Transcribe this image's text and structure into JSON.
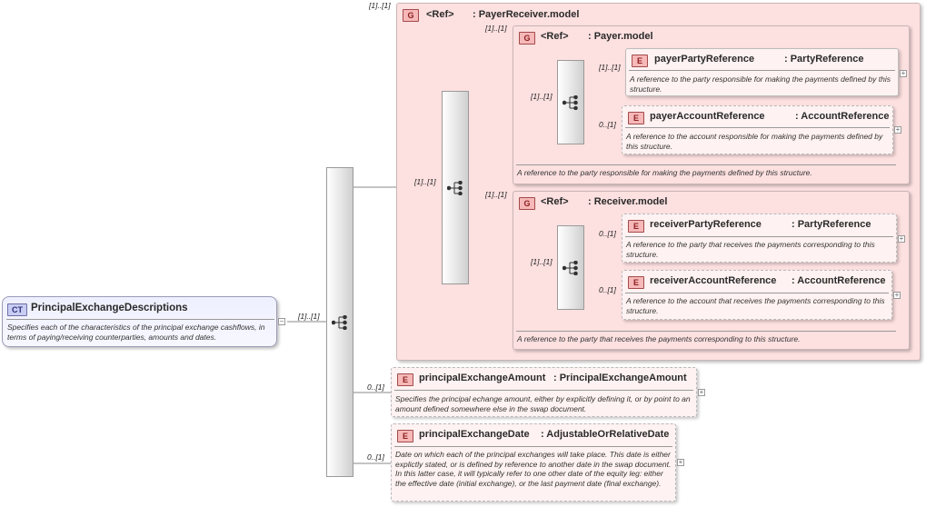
{
  "root": {
    "kind_badge": "CT",
    "name": "PrincipalExchangeDescriptions",
    "description": "Specifies each of the characteristics of the principal exchange cashflows, in terms of paying/receiving counterparties, amounts and dates.",
    "collapse_symbol": "−",
    "child_cardinality": "[1]..[1]"
  },
  "payer_receiver_group": {
    "kind_badge": "G",
    "ref_label": "<Ref>",
    "name": ": PayerReceiver.model",
    "cardinality": "[1]..[1]",
    "seq_cardinality": "[1]..[1]"
  },
  "payer_group": {
    "kind_badge": "G",
    "ref_label": "<Ref>",
    "name": ": Payer.model",
    "cardinality": "[1]..[1]",
    "seq_cardinality": "[1]..[1]",
    "description": "A reference to the party responsible for making the payments defined by this structure.",
    "elements": [
      {
        "kind_badge": "E",
        "name": "payerPartyReference",
        "type": ": PartyReference",
        "cardinality": "[1]..[1]",
        "description": "A reference to the party responsible for making the payments defined by this structure.",
        "expand_symbol": "+"
      },
      {
        "kind_badge": "E",
        "name": "payerAccountReference",
        "type": ": AccountReference",
        "cardinality": "0..[1]",
        "description": "A reference to the account responsible for making the payments defined by this structure.",
        "expand_symbol": "+"
      }
    ]
  },
  "receiver_group": {
    "kind_badge": "G",
    "ref_label": "<Ref>",
    "name": ": Receiver.model",
    "cardinality": "[1]..[1]",
    "seq_cardinality": "[1]..[1]",
    "description": "A reference to the party that receives the payments corresponding to this structure.",
    "elements": [
      {
        "kind_badge": "E",
        "name": "receiverPartyReference",
        "type": ": PartyReference",
        "cardinality": "0..[1]",
        "description": "A reference to the party that receives the payments corresponding to this structure.",
        "expand_symbol": "+"
      },
      {
        "kind_badge": "E",
        "name": "receiverAccountReference",
        "type": ": AccountReference",
        "cardinality": "0..[1]",
        "description": "A reference to the account that receives the payments corresponding to this structure.",
        "expand_symbol": "+"
      }
    ]
  },
  "amount_element": {
    "kind_badge": "E",
    "name": "principalExchangeAmount",
    "type": ": PrincipalExchangeAmount",
    "cardinality": "0..[1]",
    "description": "Specifies the principal echange amount, either by explicitly defining it, or by point to an amount defined somewhere else in the swap document.",
    "expand_symbol": "+"
  },
  "date_element": {
    "kind_badge": "E",
    "name": "principalExchangeDate",
    "type": ": AdjustableOrRelativeDate",
    "cardinality": "0..[1]",
    "description": "Date on which each of the principal exchanges will take place. This date is either explictly stated, or is defined by reference to another date in the swap document. In this latter case, it will typically refer to one other date of the equity leg: either the effective date (initial exchange), or the last payment date (final exchange).",
    "expand_symbol": "+"
  },
  "icons": {
    "sequence": "sequence-compositor-icon",
    "expand": "plus-icon",
    "collapse": "minus-icon"
  },
  "colors": {
    "group_fill": "#fde0e0",
    "element_fill": "#fff2f2",
    "badge_fill": "#f6b8b8",
    "complex_type_fill": "#eef0ff"
  }
}
